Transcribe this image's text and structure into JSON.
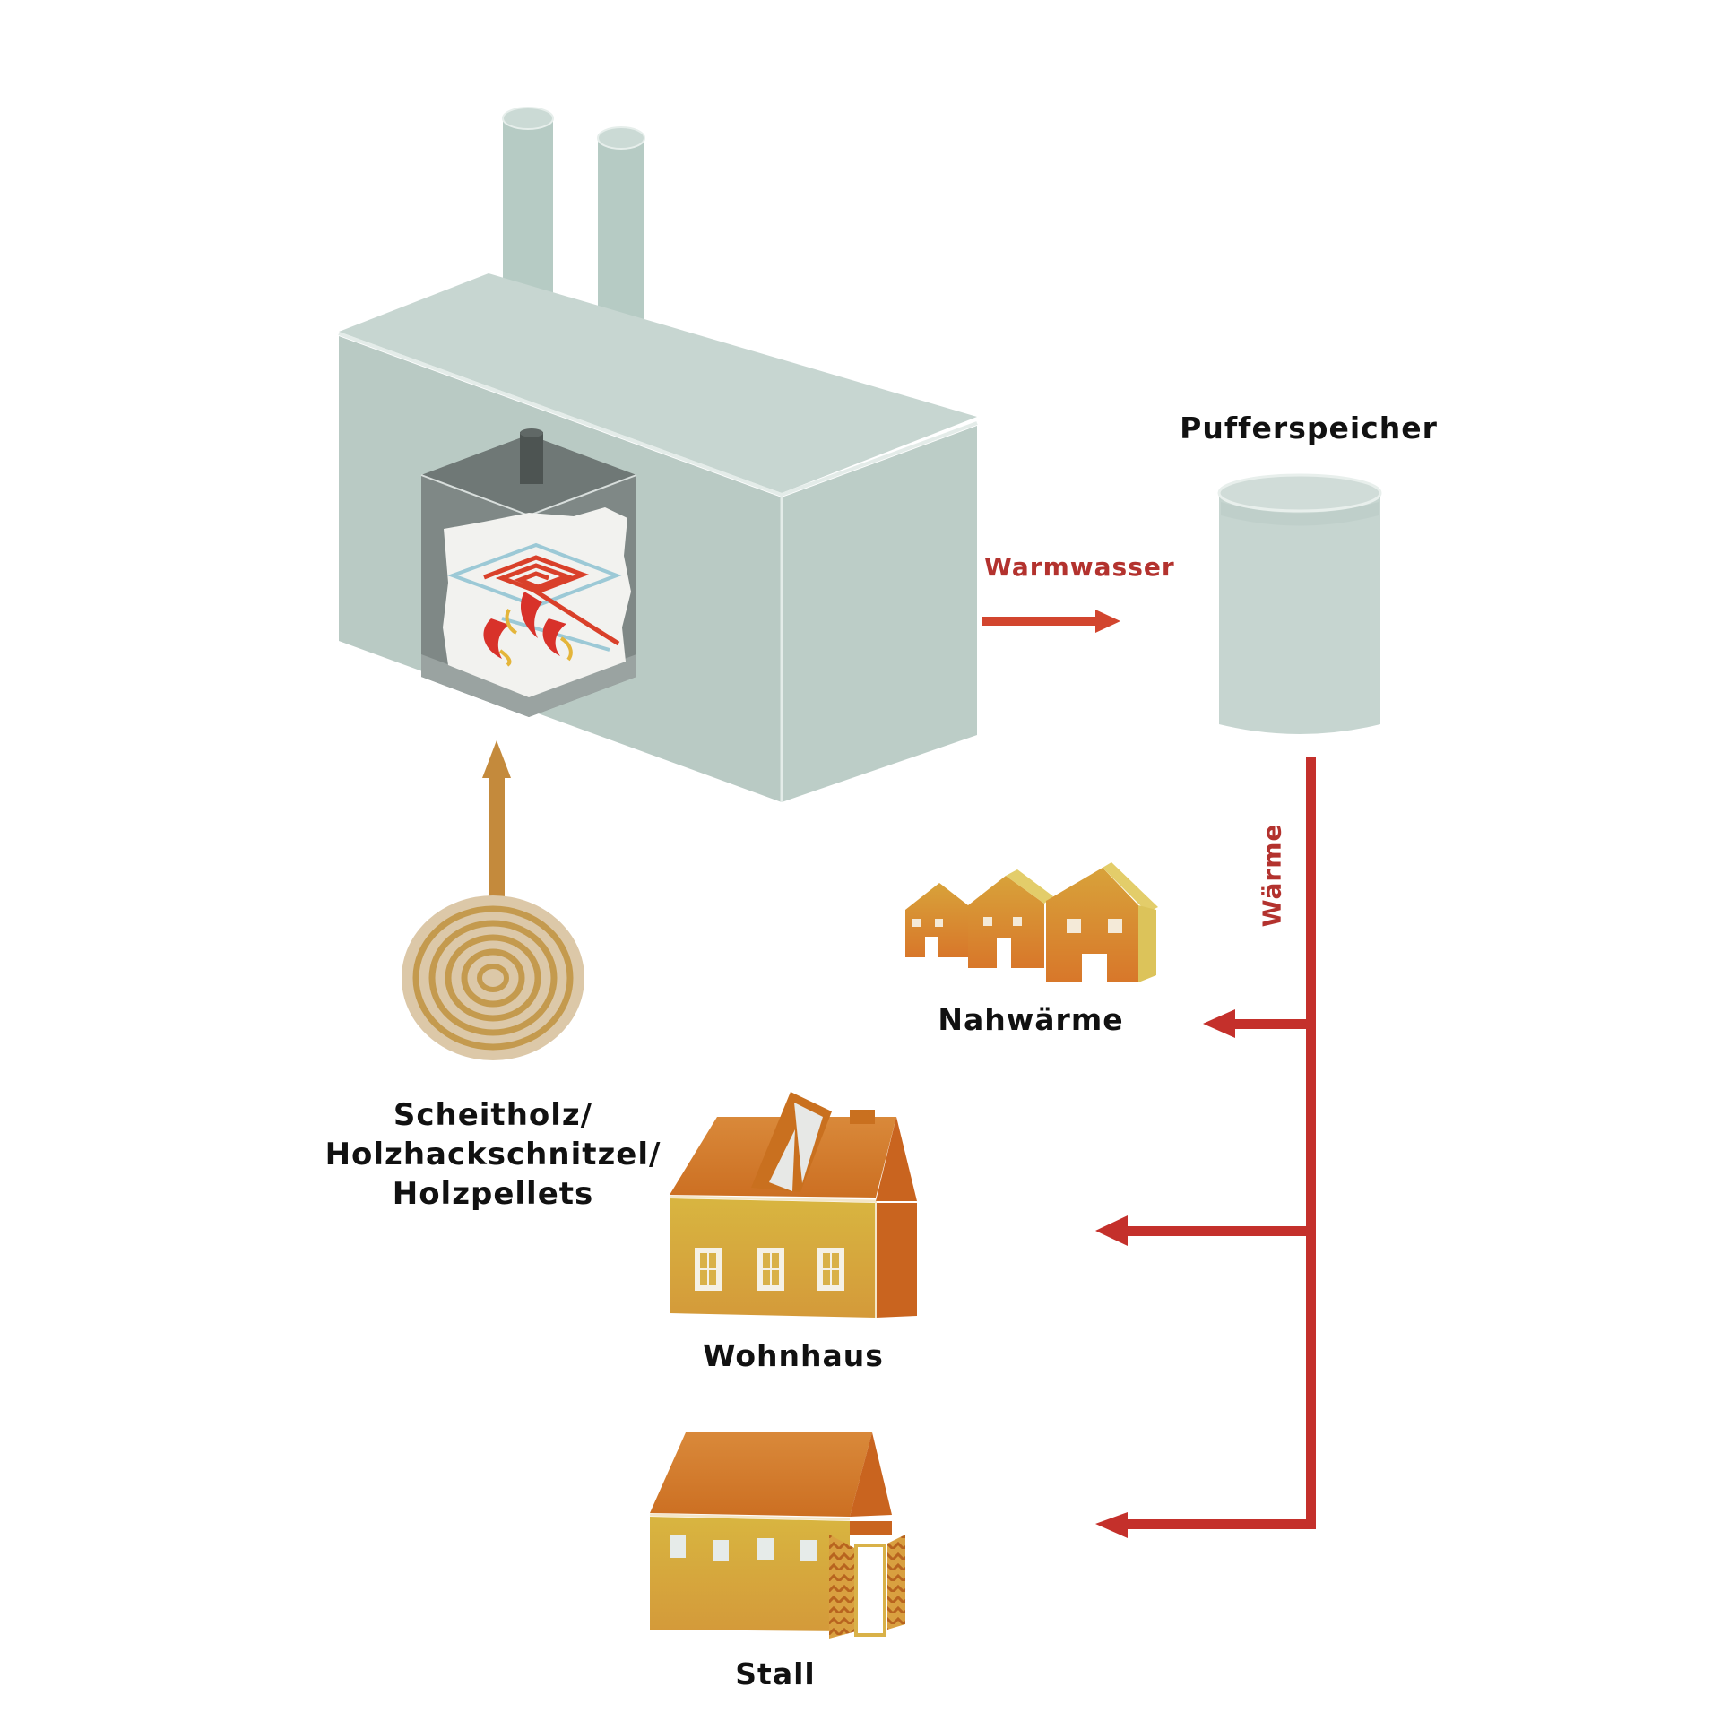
{
  "labels": {
    "boiler": "",
    "buffer": "Pufferspeicher",
    "warm_water": "Warmwasser",
    "heat": "Wärme",
    "district": "Nahwärme",
    "residence": "Wohnhaus",
    "stable": "Stall",
    "fuel_line1": "Scheitholz/",
    "fuel_line2": "Holzhackschnitzel/",
    "fuel_line3": "Holzpellets"
  },
  "colors": {
    "heat_red": "#c4302b",
    "label_red": "#b3322e",
    "fuel_brown": "#c48a3c",
    "concrete": "#bccbc6",
    "house_orange": "#d07a2a",
    "house_yellow": "#d9aa3e"
  }
}
